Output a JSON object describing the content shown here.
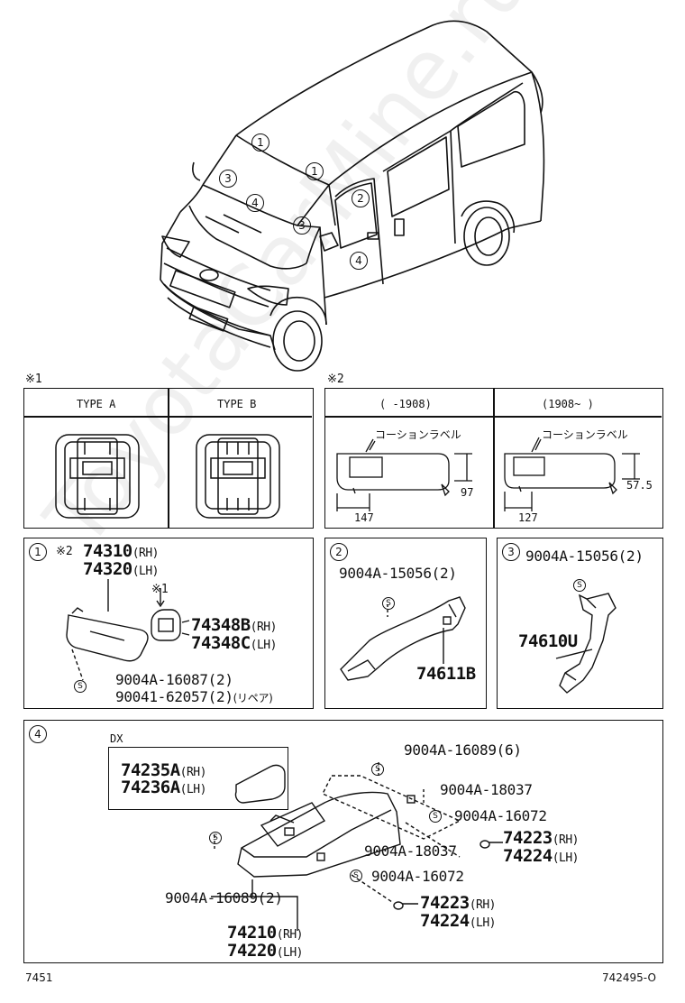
{
  "watermark": "ToyotaCarMine.ru",
  "vehicle": {
    "callouts": [
      "1",
      "1",
      "2",
      "3",
      "3",
      "4",
      "4"
    ]
  },
  "panel_ref1": {
    "tag": "※1",
    "type_a": "TYPE A",
    "type_b": "TYPE B"
  },
  "panel_ref2": {
    "tag": "※2",
    "col_left": "(    -1908)",
    "col_right": "(1908~    )",
    "caution_left": "コーションラベル",
    "caution_right": "コーションラベル",
    "dim_left_w": "147",
    "dim_left_h": "97",
    "dim_right_w": "127",
    "dim_right_h": "57.5"
  },
  "section1": {
    "num": "1",
    "ref": "※2",
    "p1": "74310",
    "p1s": "(RH)",
    "p2": "74320",
    "p2s": "(LH)",
    "ref1": "※1",
    "p3": "74348B",
    "p3s": "(RH)",
    "p4": "74348C",
    "p4s": "(LH)",
    "p5": "9004A-16087(2)",
    "p6": "90041-62057(2)",
    "p6s": "(リペア)",
    "s": "S"
  },
  "section2": {
    "num": "2",
    "p1": "9004A-15056(2)",
    "p2": "74611B",
    "s": "S"
  },
  "section3": {
    "num": "3",
    "p1": "9004A-15056(2)",
    "p2": "74610U",
    "s": "S"
  },
  "section4": {
    "num": "4",
    "dx": "DX",
    "p1": "74235A",
    "p1s": "(RH)",
    "p2": "74236A",
    "p2s": "(LH)",
    "p3": "9004A-16089(6)",
    "p4": "9004A-18037",
    "p5": "9004A-16072",
    "p6": "74223",
    "p6s": "(RH)",
    "p7": "74224",
    "p7s": "(LH)",
    "p8": "9004A-18037",
    "p9": "9004A-16072",
    "p10": "74223",
    "p10s": "(RH)",
    "p11": "74224",
    "p11s": "(LH)",
    "p12": "9004A-16089(2)",
    "p13": "74210",
    "p13s": "(RH)",
    "p14": "74220",
    "p14s": "(LH)",
    "s": "S"
  },
  "footer": {
    "left": "7451",
    "right": "742495-O"
  }
}
